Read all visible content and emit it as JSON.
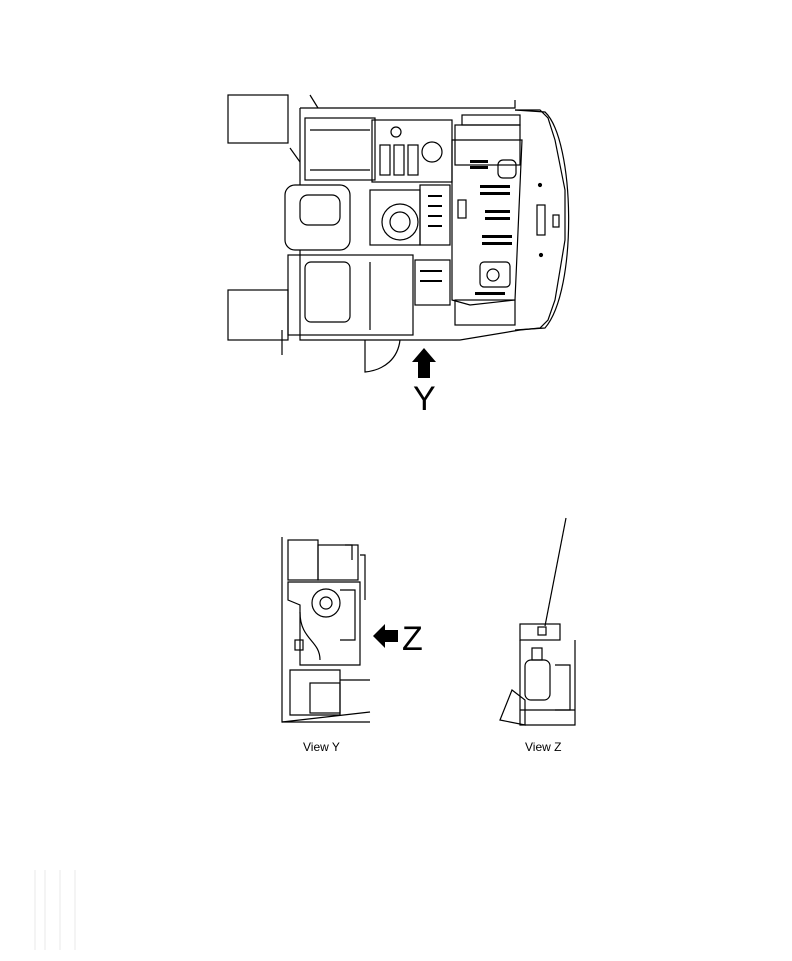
{
  "diagram": {
    "top_view": {
      "arrow_y_label": "Y"
    },
    "view_y": {
      "arrow_z_label": "Z",
      "caption": "View Y"
    },
    "view_z": {
      "caption": "View Z"
    }
  },
  "colors": {
    "line": "#000000",
    "background": "#ffffff"
  }
}
